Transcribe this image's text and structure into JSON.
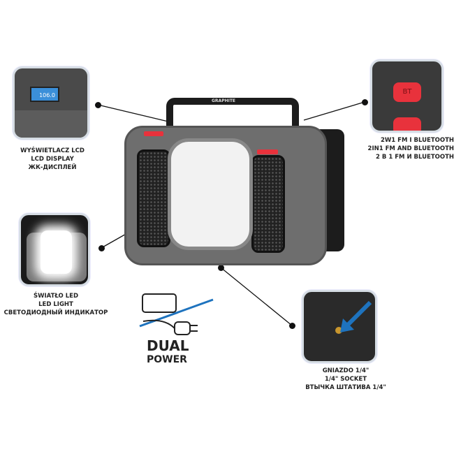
{
  "product": {
    "brand_logo": "GRAPHITE"
  },
  "callouts": [
    {
      "id": "lcd",
      "lines": [
        "WYŚWIETLACZ LCD",
        "LCD DISPLAY",
        "ЖК-ДИСПЛЕЙ"
      ],
      "display_value": "106.0"
    },
    {
      "id": "bluetooth",
      "lines": [
        "2W1 FM I BLUETOOTH",
        "2IN1 FM AND BLUETOOTH",
        "2 В 1 FM И BLUETOOTH"
      ],
      "button_label": "BT"
    },
    {
      "id": "led",
      "lines": [
        "ŚWIATŁO LED",
        "LED LIGHT",
        "СВЕТОДИОДНЫЙ ИНДИКАТОР"
      ]
    },
    {
      "id": "socket",
      "lines": [
        "GNIAZDO 1/4\"",
        "1/4\" SOCKET",
        "ВТЫЧКА ШТАТИВА 1/4\""
      ]
    }
  ],
  "dual_power": {
    "line1": "DUAL",
    "line2": "POWER"
  },
  "colors": {
    "accent": "#e8323c",
    "body": "#6e6e6e",
    "frame": "#1c1c1c",
    "arrow": "#1e73be",
    "lcd": "#3b8fd9"
  }
}
